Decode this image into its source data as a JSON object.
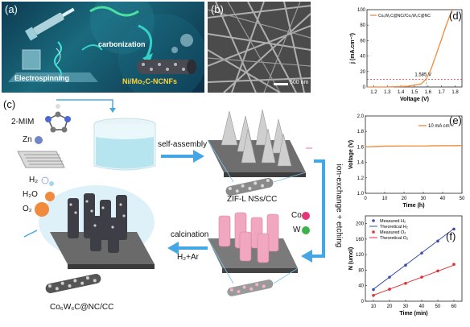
{
  "panels": {
    "a": {
      "letter": "(a)",
      "labels": {
        "electrospinning": "Electrospinning",
        "carbonization": "carbonization",
        "product": "Ni/Mo₂C-NCNFs"
      }
    },
    "b": {
      "letter": "(b)",
      "scale_bar": "500 nm"
    },
    "c": {
      "letter": "(c)",
      "labels": {
        "mim": "2-MIM",
        "zn": "Zn",
        "self_assembly": "self-assembly",
        "zif": "ZIF-L NSs/CC",
        "co": "Co",
        "w": "W",
        "ion_exchange": "ion-exchange + etching",
        "calcination": "calcination",
        "h2ar": "H₂+Ar",
        "h2": "H₂",
        "h2o": "H₂O",
        "o2": "O₂",
        "product": "Co₆W₆C@NC/CC"
      }
    },
    "d": {
      "letter": "(d)"
    },
    "e": {
      "letter": "(e)"
    },
    "f": {
      "letter": "(f)"
    }
  },
  "colors": {
    "orange": "#f08a3c",
    "blue_series": "#3d4fa8",
    "red_series": "#e03030",
    "zn_ball": "#6f86c8",
    "co_ball": "#e8347a",
    "w_ball": "#3bb34a"
  },
  "chart_data": [
    {
      "panel": "d",
      "type": "line",
      "legend": [
        "Co₆W₆C@NC//Co₆W₆C@NC"
      ],
      "xlabel": "Voltage (V)",
      "ylabel": "j (mA.cm⁻²)",
      "xlim": [
        1.15,
        1.85
      ],
      "ylim": [
        0,
        100
      ],
      "xticks": [
        "1.2",
        "1.3",
        "1.4",
        "1.5",
        "1.6",
        "1.7",
        "1.8"
      ],
      "yticks": [
        "0",
        "20",
        "40",
        "60",
        "80",
        "100"
      ],
      "annotation": "1.585 V",
      "series": [
        {
          "name": "Co₆W₆C@NC//Co₆W₆C@NC",
          "x": [
            1.15,
            1.3,
            1.45,
            1.55,
            1.585,
            1.62,
            1.66,
            1.7,
            1.73,
            1.76,
            1.78
          ],
          "y": [
            0,
            0,
            1,
            4,
            10,
            22,
            42,
            62,
            78,
            92,
            100
          ]
        }
      ],
      "reference_lines": [
        {
          "axis": "y",
          "value": 10
        },
        {
          "axis": "x",
          "value": 1.585
        }
      ]
    },
    {
      "panel": "e",
      "type": "line",
      "legend": [
        "10 mA cm⁻²"
      ],
      "xlabel": "Time (h)",
      "ylabel": "Voltage (V)",
      "xlim": [
        0,
        50
      ],
      "ylim": [
        1.0,
        2.0
      ],
      "xticks": [
        "0",
        "10",
        "20",
        "30",
        "40",
        "50"
      ],
      "yticks": [
        "1.0",
        "1.2",
        "1.4",
        "1.6",
        "1.8",
        "2.0"
      ],
      "series": [
        {
          "name": "10 mA cm⁻²",
          "x": [
            0,
            5,
            10,
            15,
            20,
            25,
            30,
            35,
            40,
            45,
            50
          ],
          "y": [
            1.6,
            1.605,
            1.61,
            1.61,
            1.612,
            1.612,
            1.612,
            1.615,
            1.615,
            1.615,
            1.618
          ]
        }
      ]
    },
    {
      "panel": "f",
      "type": "scatter",
      "legend": [
        "Measured H₂",
        "Theoretical H₂",
        "Measured O₂",
        "Theoretical O₂"
      ],
      "xlabel": "Time (min)",
      "ylabel": "N (umol)",
      "xlim": [
        5,
        65
      ],
      "ylim": [
        0,
        220
      ],
      "xticks": [
        "10",
        "20",
        "30",
        "40",
        "50",
        "60"
      ],
      "yticks": [
        "0",
        "40",
        "80",
        "120",
        "160",
        "200"
      ],
      "series": [
        {
          "name": "Measured H₂",
          "x": [
            10,
            20,
            30,
            40,
            50,
            60
          ],
          "y": [
            30,
            62,
            93,
            124,
            155,
            186
          ]
        },
        {
          "name": "Theoretical H₂",
          "x": [
            10,
            60
          ],
          "y": [
            31,
            187
          ]
        },
        {
          "name": "Measured O₂",
          "x": [
            10,
            20,
            30,
            40,
            50,
            60
          ],
          "y": [
            15,
            31,
            46,
            62,
            78,
            95
          ]
        },
        {
          "name": "Theoretical O₂",
          "x": [
            10,
            60
          ],
          "y": [
            15.5,
            93
          ]
        }
      ]
    }
  ]
}
